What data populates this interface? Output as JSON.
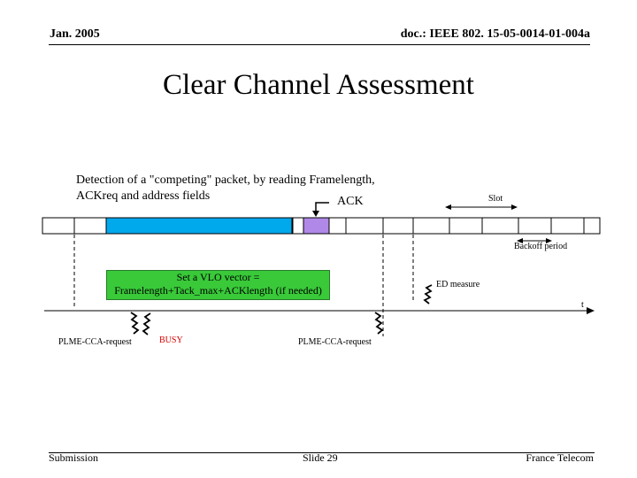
{
  "header": {
    "date": "Jan. 2005",
    "doc_id": "doc.: IEEE 802. 15-05-0014-01-004a"
  },
  "title": "Clear Channel Assessment",
  "diagram": {
    "description_text": "Detection of a \"competing\" packet, by reading Framelength, ACKreq and address fields",
    "ack_label": "ACK",
    "slot_label": "Slot",
    "backoff_label": "Backoff period",
    "vlo_text": "Set a VLO vector = Framelength+Tack_max+ACKlength (if needed)",
    "ed_label": "ED measure",
    "time_label": "t",
    "req1_label": "PLME-CCA-request",
    "busy_label": "BUSY",
    "req2_label": "PLME-CCA-request"
  },
  "colors": {
    "packet": "#00a8ec",
    "ack": "#b088e8",
    "vlo": "#39c939",
    "busy": "#d40000"
  },
  "footer": {
    "left": "Submission",
    "center": "Slide 29",
    "right": "France Telecom"
  }
}
